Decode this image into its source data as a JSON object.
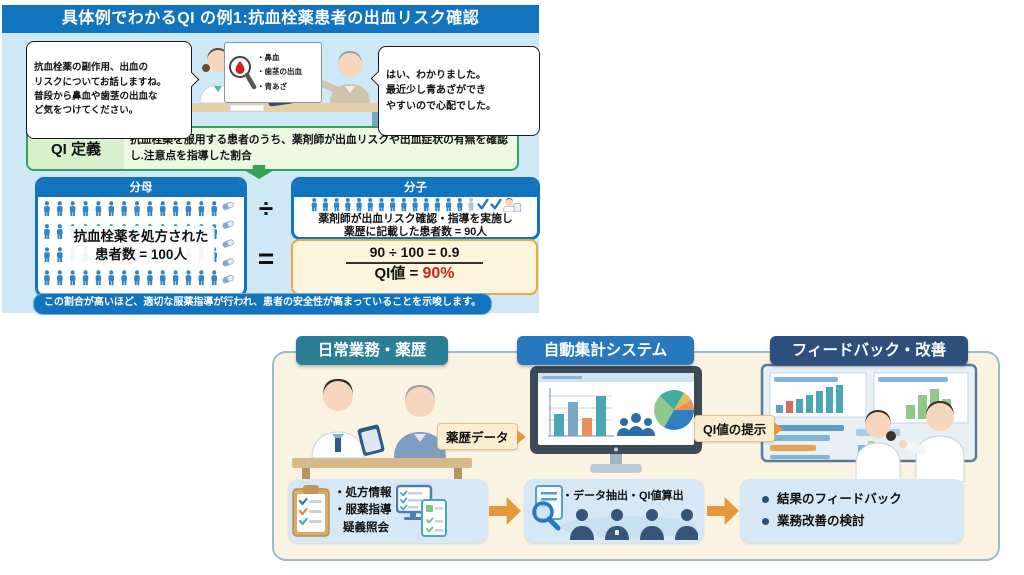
{
  "qi_panel": {
    "title": "具体例でわかるQI の例1:抗血栓薬患者の出血リスク確認",
    "scene": {
      "pharmacist_bubble": "抗血栓薬の副作用、出血の\nリスクについてお話しますね。\n普段から鼻血や歯茎の出血な\nど気をつけてください。",
      "patient_bubble": "はい、わかりました。\n最近少し青あざができ\nやすいので心配でした。",
      "symptom_card_items": [
        "・鼻血",
        "・歯茎の出血",
        "・青あざ"
      ]
    },
    "definition": {
      "label": "QI 定義",
      "text": "抗血栓薬を服用する患者のうち、薬剤師が出血リスクや出血症状の有無を確認し.注意点を指導した割合"
    },
    "denominator": {
      "header": "分母",
      "line1": "抗血栓薬を処方された",
      "line2": "患者数 = 100人"
    },
    "numerator": {
      "header": "分子",
      "line1": "薬剤師が出血リスク確認・指導を実施し",
      "line2": "薬歴に記載した患者数 = 90人"
    },
    "operators": {
      "divide": "÷",
      "equals": "="
    },
    "calculation": {
      "formula": "90 ÷ 100 = 0.9",
      "result_prefix": "QI値 = ",
      "result_value": "90%"
    },
    "footer": "この割合が高いほど、適切な服薬指導が行われ、患者の安全性が高まっていることを示唆します。"
  },
  "workflow": {
    "stages": [
      "日常業務・薬歴",
      "自動集計システム",
      "フィードバック・改善"
    ],
    "data_labels": {
      "to_system": "薬歴データ",
      "to_feedback": "QI値の提示"
    },
    "process_boxes": {
      "daily_items": [
        "・処方情報",
        "・服薬指導",
        "疑義照会"
      ],
      "system_text": "・データ抽出・QI値算出",
      "feedback_items": [
        "結果のフィードバック",
        "業務改善の検討"
      ]
    }
  },
  "icons": {
    "magnifier_blood_icon": "magnifying glass with red blood drop",
    "person_pictogram": "blue person silhouette",
    "pill_icon": "two-tone capsule",
    "checkmark_icon": "blue check mark",
    "pharmacist_mini_icon": "pharmacist with chart",
    "down_arrow_icon": "green block arrow",
    "monitor_dashboard_icon": "desktop monitor with bar chart, people and pie chart",
    "clipboard_checklist_icon": "clipboard with colored checks",
    "computer_checklist_icon": "monitor with checklist card",
    "document_magnifier_icon": "document with magnifier",
    "team_silhouettes_icon": "four person silhouettes",
    "flow_arrow_icon": "orange block arrow"
  },
  "colors": {
    "title_bar": "#1273bf",
    "panel_bg": "#cfe8f7",
    "definition_green": "#35a05a",
    "box_blue": "#1273bf",
    "person_blue": "#2f85c8",
    "calc_bg": "#fdf6dc",
    "calc_border": "#e9a93d",
    "qi_value_red": "#cc2222",
    "flow_bg": "#fbf3e2",
    "flow_border": "#9db9cf",
    "stage1": "#2a7e96",
    "stage2": "#2878be",
    "stage3": "#2d4f7c",
    "flow_box_bg": "#d6e8f5",
    "arrow_orange": "#e8963c",
    "tag_bg": "#fbeed0"
  }
}
